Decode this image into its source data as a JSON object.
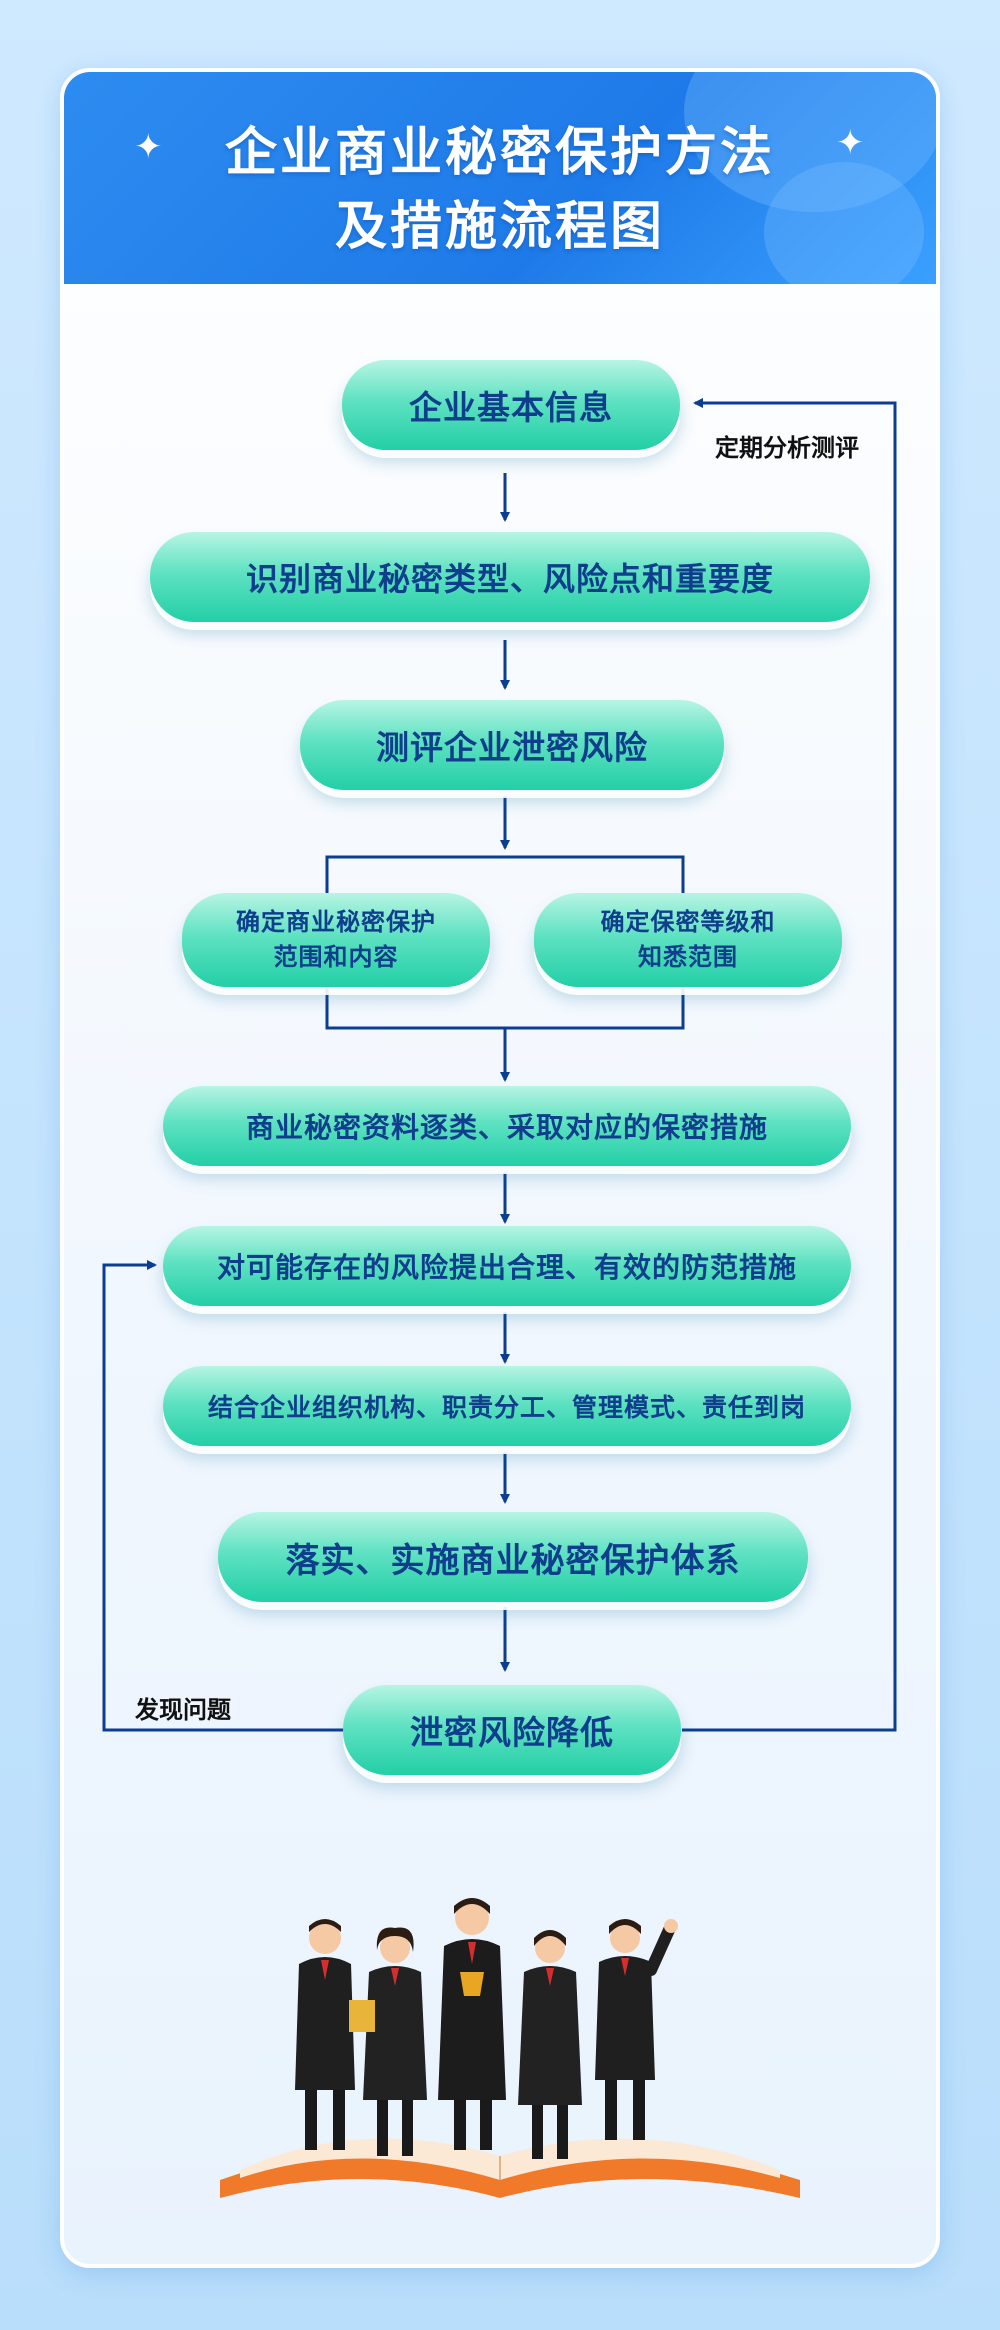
{
  "header": {
    "title_line1": "企业商业秘密保护方法",
    "title_line2": "及措施流程图",
    "sparkle_icon": "✦"
  },
  "nodes": {
    "n1": "企业基本信息",
    "n2": "识别商业秘密类型、风险点和重要度",
    "n3": "测评企业泄密风险",
    "n4a_line1": "确定商业秘密保护",
    "n4a_line2": "范围和内容",
    "n4b_line1": "确定保密等级和",
    "n4b_line2": "知悉范围",
    "n5": "商业秘密资料逐类、采取对应的保密措施",
    "n6": "对可能存在的风险提出合理、有效的防范措施",
    "n7": "结合企业组织机构、职责分工、管理模式、责任到岗",
    "n8": "落实、实施商业秘密保护体系",
    "n9": "泄密风险降低"
  },
  "labels": {
    "loop_right": "定期分析测评",
    "loop_left": "发现问题"
  },
  "colors": {
    "accent_blue": "#1e7ae8",
    "arrow": "#0b3d91",
    "node_text": "#0f3f8c",
    "node_fill": "#3fd9b4"
  }
}
